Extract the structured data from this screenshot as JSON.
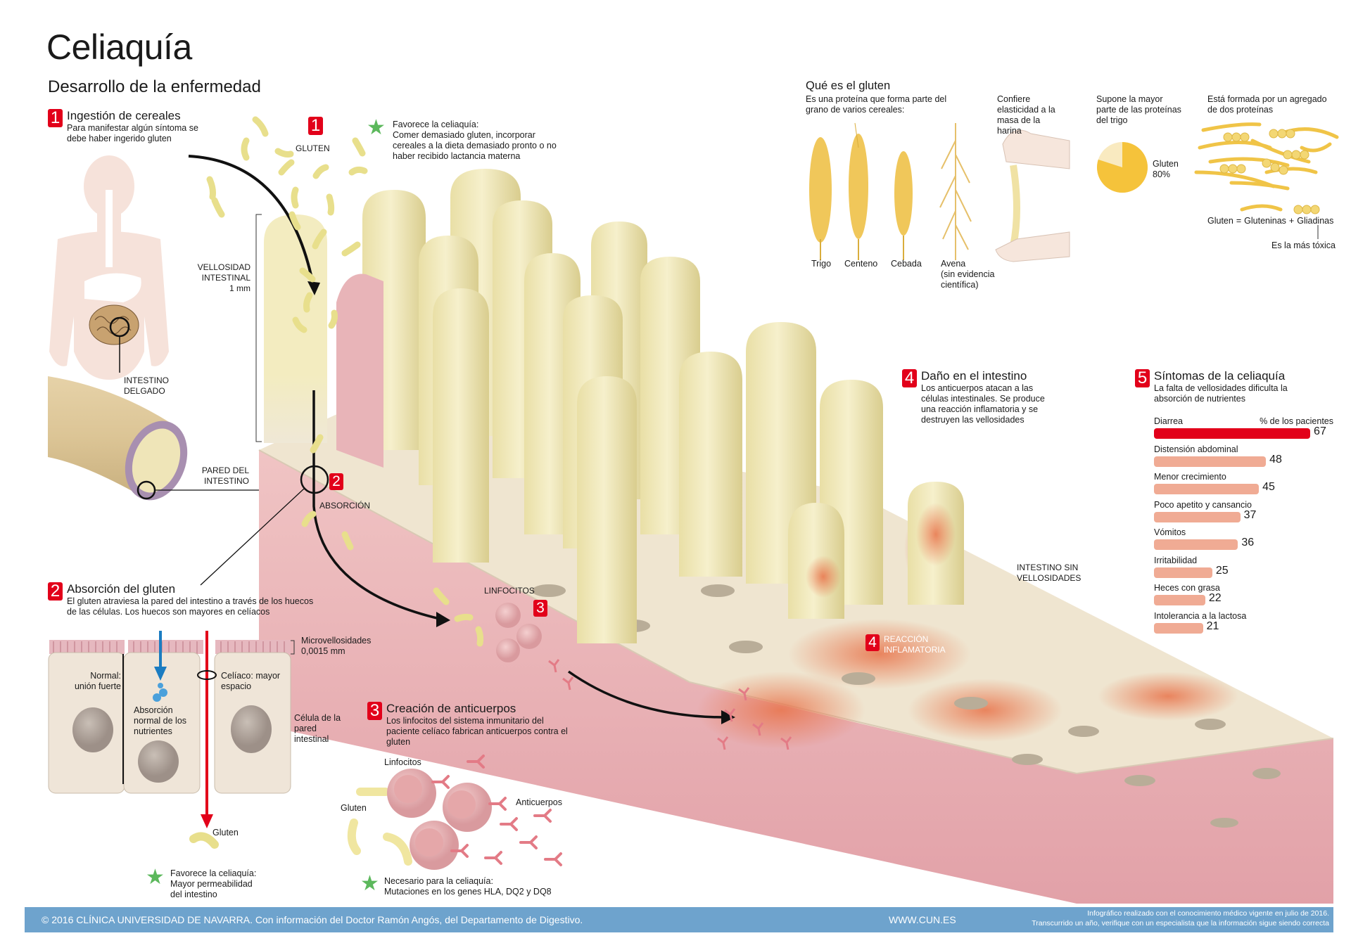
{
  "header": {
    "title": "Celiaquía",
    "subtitle": "Desarrollo de la enfermedad"
  },
  "colors": {
    "badge_red": "#e2001a",
    "villus_cream": "#efe6b5",
    "tissue_pink": "#e8b4b8",
    "inflammation_orange": "#e8734a",
    "star_green": "#5cb85c",
    "footer_blue": "#6ea3cd",
    "gluten_yellow": "#f5c33b",
    "bar_primary": "#e2001a",
    "bar_secondary": "#f0ab94"
  },
  "step1": {
    "badge": "1",
    "heading": "Ingestión de cereales",
    "description": "Para manifestar algún síntoma se debe haber ingerido gluten",
    "diagram_badge": "1",
    "gluten_label": "GLUTEN",
    "favorece_title": "Favorece la celiaquía:",
    "favorece_text": "Comer demasiado gluten, incorporar cereales a la dieta demasiado pronto o no haber recibido lactancia materna",
    "intestino_delgado": "INTESTINO DELGADO",
    "vellosidad_label": "VELLOSIDAD INTESTINAL",
    "vellosidad_size": "1 mm",
    "pared_label": "PARED DEL INTESTINO"
  },
  "step2": {
    "badge": "2",
    "heading": "Absorción del gluten",
    "description": "El gluten atraviesa la pared del intestino a través de los huecos de las células. Los huecos son mayores en celíacos",
    "diagram_label": "ABSORCIÓN",
    "microvellosidades": "Microvellosidades",
    "micro_size": "0,0015 mm",
    "normal_label": "Normal: unión fuerte",
    "absorcion_normal": "Absorción normal de los nutrientes",
    "celiaco_label": "Celíaco: mayor espacio",
    "celula_label": "Célula de la pared intestinal",
    "gluten_label": "Gluten",
    "favorece_title": "Favorece la celiaquía:",
    "favorece_text": "Mayor permeabilidad del intestino"
  },
  "step3": {
    "badge": "3",
    "heading": "Creación de anticuerpos",
    "description": "Los linfocitos del sistema inmunitario del paciente celíaco fabrican anticuerpos contra el gluten",
    "diagram_label": "LINFOCITOS",
    "linfocitos_label": "Linfocitos",
    "gluten_label": "Gluten",
    "anticuerpos_label": "Anticuerpos",
    "necesario_title": "Necesario para la celiaquía:",
    "necesario_text": "Mutaciones en los genes HLA, DQ2 y DQ8"
  },
  "step4": {
    "badge": "4",
    "heading": "Daño en el intestino",
    "description": "Los anticuerpos atacan a las células intestinales. Se produce una reacción inflamatoria y se destruyen las vellosidades",
    "diagram_label": "REACCIÓN INFLAMATORIA",
    "sin_vellosidades": "INTESTINO SIN VELLOSIDADES"
  },
  "gluten_info": {
    "heading": "Qué es el gluten",
    "description": "Es una proteína que forma parte del grano de varios cereales:",
    "cereals": [
      {
        "name": "Trigo"
      },
      {
        "name": "Centeno"
      },
      {
        "name": "Cebada"
      },
      {
        "name": "Avena",
        "note": "(sin evidencia científica)"
      }
    ],
    "elasticity": "Confiere elasticidad a la masa de la harina",
    "proportion_text": "Supone la mayor parte de las proteínas del trigo",
    "pie_label": "Gluten",
    "pie_value": "80%",
    "pie_fraction": 0.8,
    "composition_text": "Está formada por un agregado de dos proteínas",
    "formula_gluten": "Gluten",
    "formula_eq": "=",
    "formula_a": "Gluteninas",
    "formula_plus": "+",
    "formula_b": "Gliadinas",
    "toxic_note": "Es la más tóxica"
  },
  "step5": {
    "badge": "5",
    "heading": "Síntomas de la celiaquía",
    "description": "La falta de vellosidades dificulta la absorción de nutrientes",
    "unit_label": "% de los pacientes"
  },
  "chart_data": {
    "type": "bar",
    "title": "Síntomas de la celiaquía",
    "ylabel": "% de los pacientes",
    "categories": [
      "Diarrea",
      "Distensión abdominal",
      "Menor crecimiento",
      "Poco apetito y cansancio",
      "Vómitos",
      "Irritabilidad",
      "Heces con grasa",
      "Intolerancia a la lactosa"
    ],
    "values": [
      67,
      48,
      45,
      37,
      36,
      25,
      22,
      21
    ],
    "orientation": "horizontal",
    "xlim": [
      0,
      70
    ]
  },
  "footer": {
    "copyright": "© 2016 CLÍNICA UNIVERSIDAD DE NAVARRA. Con información del Doctor Ramón Angós, del Departamento de Digestivo.",
    "website": "WWW.CUN.ES",
    "disclaimer_1": "Infográfico realizado con el conocimiento médico vigente en julio de 2016.",
    "disclaimer_2": "Transcurrido un año, verifique con un especialista que la información sigue siendo correcta"
  }
}
